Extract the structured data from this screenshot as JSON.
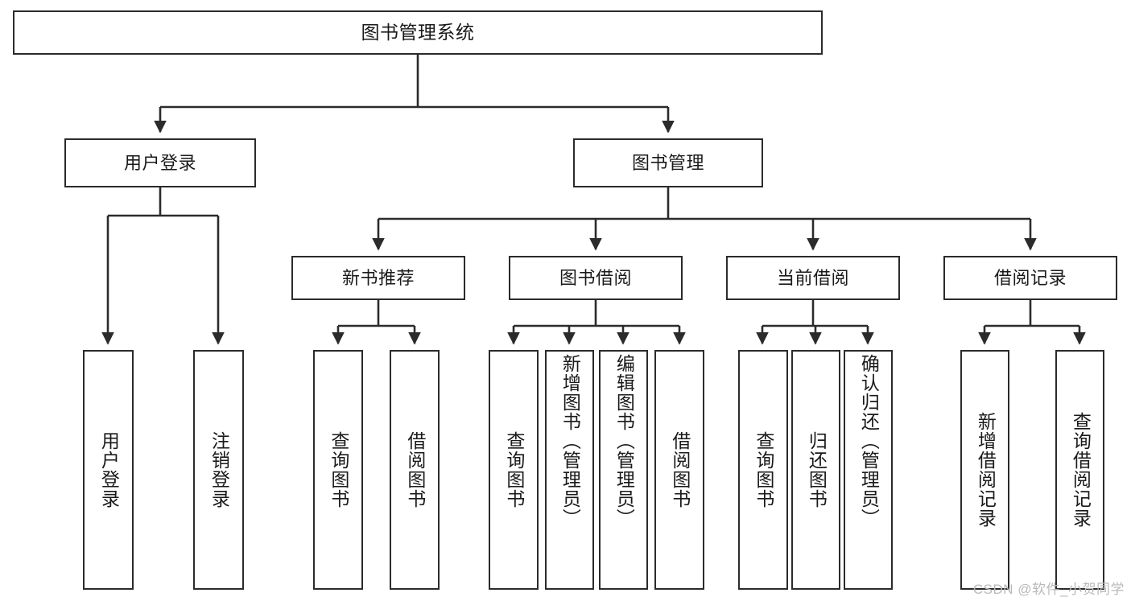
{
  "diagram": {
    "type": "tree-hierarchy-chart",
    "title": "图书管理系统",
    "stroke_color": "#2b2b2b",
    "fill_color": "#ffffff",
    "text_color": "#1a1a1a",
    "root": {
      "id": "root",
      "label": "图书管理系统"
    },
    "level2": [
      {
        "id": "user-login",
        "label": "用户登录"
      },
      {
        "id": "book-manage",
        "label": "图书管理"
      }
    ],
    "level3": [
      {
        "id": "new-book-recommend",
        "label": "新书推荐",
        "parent": "book-manage"
      },
      {
        "id": "book-borrow",
        "label": "图书借阅",
        "parent": "book-manage"
      },
      {
        "id": "current-borrow",
        "label": "当前借阅",
        "parent": "book-manage"
      },
      {
        "id": "borrow-record",
        "label": "借阅记录",
        "parent": "book-manage"
      }
    ],
    "leaves": {
      "user-login": [
        {
          "id": "leaf-user-login",
          "label": "用户登录"
        },
        {
          "id": "leaf-user-logout",
          "label": "注销登录"
        }
      ],
      "new-book-recommend": [
        {
          "id": "leaf-query-book-1",
          "label": "查询图书"
        },
        {
          "id": "leaf-borrow-book-1",
          "label": "借阅图书"
        }
      ],
      "book-borrow": [
        {
          "id": "leaf-query-book-2",
          "label": "查询图书"
        },
        {
          "id": "leaf-add-book",
          "label": "新增图书（管理员）"
        },
        {
          "id": "leaf-edit-book",
          "label": "编辑图书（管理员）"
        },
        {
          "id": "leaf-borrow-book-2",
          "label": "借阅图书"
        }
      ],
      "current-borrow": [
        {
          "id": "leaf-query-book-3",
          "label": "查询图书"
        },
        {
          "id": "leaf-return-book",
          "label": "归还图书"
        },
        {
          "id": "leaf-confirm-return",
          "label": "确认归还（管理员）"
        }
      ],
      "borrow-record": [
        {
          "id": "leaf-add-record",
          "label": "新增借阅记录"
        },
        {
          "id": "leaf-query-record",
          "label": "查询借阅记录"
        }
      ]
    }
  },
  "watermark": {
    "text": "CSDN @软件_小贺同学"
  }
}
